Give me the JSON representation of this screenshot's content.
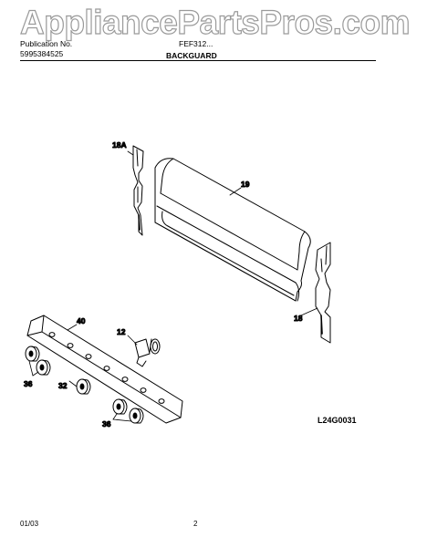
{
  "watermark": "AppliancePartsPros.com",
  "header": {
    "publication_label": "Publication No.",
    "publication_number": "5995384525",
    "model_label": "FEF312...",
    "section_title": "BACKGUARD"
  },
  "callouts": [
    "18A",
    "19",
    "18",
    "40",
    "12",
    "36",
    "32",
    "36"
  ],
  "diagram_ref": "L24G0031",
  "footer": {
    "date": "01/03",
    "page": "2"
  },
  "colors": {
    "line": "#000000",
    "watermark_stroke": "#9a9a9a"
  }
}
